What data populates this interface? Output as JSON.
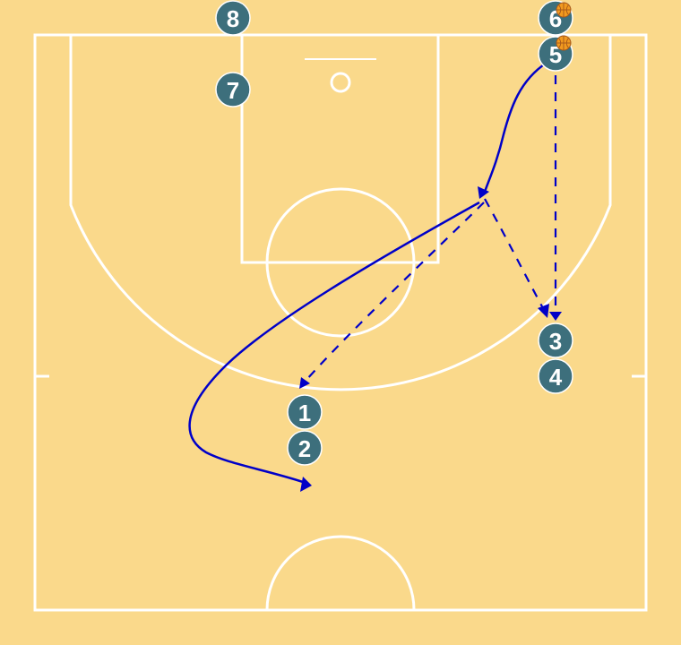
{
  "diagram": {
    "colors": {
      "court_background": "#fad98b",
      "court_lines": "#ffffff",
      "player_fill": "#3d6f7c",
      "player_text": "#ffffff",
      "movement_lines": "#0000c8",
      "ball": "#f29a1f"
    },
    "players": [
      {
        "id": "p8",
        "label": "8"
      },
      {
        "id": "p6",
        "label": "6",
        "has_ball": true
      },
      {
        "id": "p5",
        "label": "5",
        "has_ball": true
      },
      {
        "id": "p7",
        "label": "7"
      },
      {
        "id": "p3",
        "label": "3"
      },
      {
        "id": "p4",
        "label": "4"
      },
      {
        "id": "p1",
        "label": "1"
      },
      {
        "id": "p2",
        "label": "2"
      }
    ],
    "movements": [
      {
        "id": "m1",
        "from": "5",
        "style": "solid",
        "meaning": "dribble"
      },
      {
        "id": "m2",
        "from": "5",
        "style": "dashed",
        "meaning": "pass",
        "to": "3"
      },
      {
        "id": "m3",
        "style": "dashed",
        "meaning": "pass",
        "to": "3"
      },
      {
        "id": "m4",
        "style": "dashed",
        "meaning": "pass",
        "to": "1"
      },
      {
        "id": "m5",
        "style": "solid",
        "meaning": "dribble"
      }
    ]
  }
}
